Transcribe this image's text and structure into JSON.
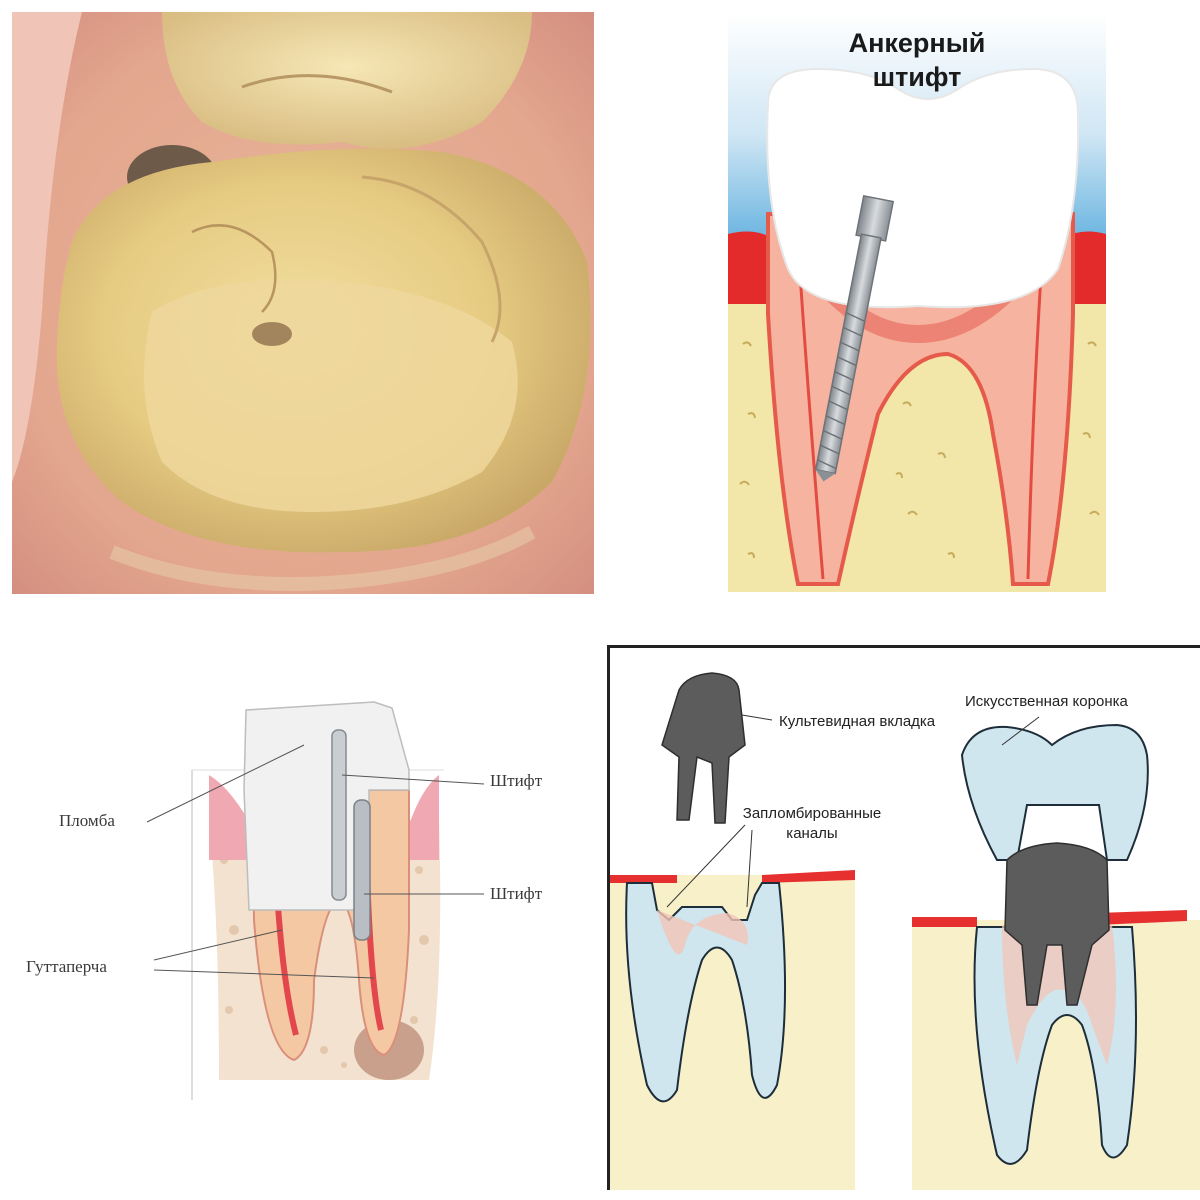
{
  "panels": {
    "anchor_pin": {
      "title_line1": "Анкерный",
      "title_line2": "штифт"
    },
    "tooth_section": {
      "label_filling": "Пломба",
      "label_pin_top": "Штифт",
      "label_pin_middle": "Штифт",
      "label_gutta_percha": "Гуттаперча"
    },
    "core_inlay": {
      "label_stump_inlay": "Культевидная вкладка",
      "label_artificial_crown": "Искусственная коронка",
      "label_filled_canals_line1": "Запломбированные",
      "label_filled_canals_line2": "каналы"
    }
  },
  "colors": {
    "enamel": "#ffffff",
    "gum": "#e32b2b",
    "bone": "#f2e6a8",
    "pulp": "#f4a08a",
    "sky": "#3f9fd8",
    "metal": "#9a9fa5",
    "inlay": "#5c5c5c",
    "crown_blue": "#cfe6ef"
  }
}
